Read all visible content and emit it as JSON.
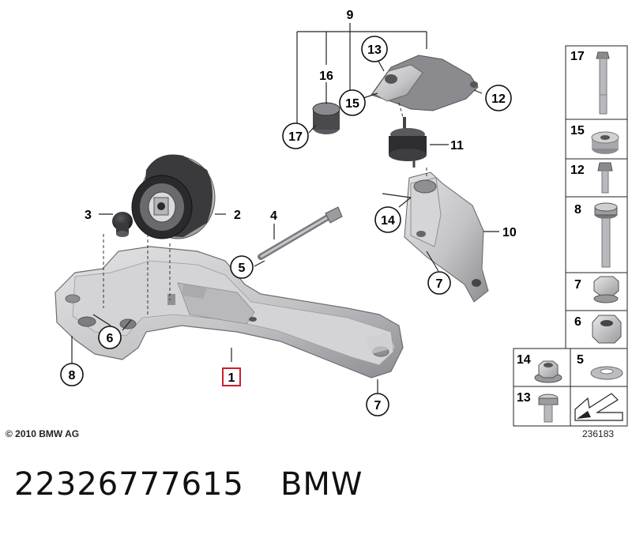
{
  "callouts": {
    "c1": "1",
    "c2": "2",
    "c3": "3",
    "c4": "4",
    "c5": "5",
    "c6": "6",
    "c7a": "7",
    "c7b": "7",
    "c8": "8",
    "c9": "9",
    "c10": "10",
    "c11": "11",
    "c12": "12",
    "c13": "13",
    "c14": "14",
    "c15": "15",
    "c16": "16",
    "c17": "17"
  },
  "sidebar": {
    "items": [
      {
        "label": "17",
        "icon": "long-bolt-icon"
      },
      {
        "label": "15",
        "icon": "spacer-sleeve-icon"
      },
      {
        "label": "12",
        "icon": "bolt-icon"
      },
      {
        "label": "8",
        "icon": "hex-bolt-icon"
      },
      {
        "label": "7",
        "icon": "hex-nut-collar-icon"
      },
      {
        "label": "6",
        "icon": "hex-nut-icon"
      },
      {
        "label": "14",
        "icon": "flange-nut-icon"
      },
      {
        "label": "5",
        "icon": "washer-icon"
      },
      {
        "label": "13",
        "icon": "short-bolt-icon"
      },
      {
        "label": "",
        "icon": "direction-arrow-icon"
      }
    ]
  },
  "footer": {
    "copyright": "© 2010 BMW AG",
    "diagram_number": "236183"
  },
  "caption": {
    "part_number": "22326777615",
    "brand": "BMW"
  },
  "colors": {
    "highlight": "#cc1f2e",
    "part_fill": "#c9c9cb",
    "part_dark": "#8f8f93",
    "rubber": "#2a2a2c"
  }
}
